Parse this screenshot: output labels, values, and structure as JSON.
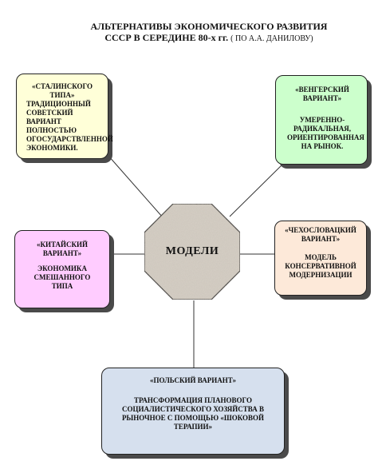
{
  "title": {
    "line1": "АЛЬТЕРНАТИВЫ ЭКОНОМИЧЕСКОГО РАЗВИТИЯ",
    "line2": "СССР В СЕРЕДИНЕ 80-х гг.",
    "source": "( ПО А.А. ДАНИЛОВУ)"
  },
  "center": {
    "label": "МОДЕЛИ",
    "fill": "#d7d0c6"
  },
  "nodes": [
    {
      "id": "stalin",
      "header": "«СТАЛИНСКОГО ТИПА»",
      "desc": "ТРАДИЦИОННЫЙ СОВЕТСКИЙ ВАРИАНТ ПОЛНОСТЬЮ ОГОСУДАРСТВЛЕННОЙ ЭКОНОМИКИ.",
      "fill": "#ffffd8"
    },
    {
      "id": "hungary",
      "header": "«ВЕНГЕРСКИЙ ВАРИАНТ»",
      "desc": "УМЕРЕННО-РАДИКАЛЬНАЯ, ОРИЕНТИРОВАННАЯ НА РЫНОК.",
      "fill": "#ccffcc"
    },
    {
      "id": "china",
      "header": "«КИТАЙСКИЙ ВАРИАНТ»",
      "desc": "ЭКОНОМИКА СМЕШАННОГО ТИПА",
      "fill": "#ffccff"
    },
    {
      "id": "czech",
      "header": "«ЧЕХОСЛОВАЦКИЙ ВАРИАНТ»",
      "desc": "МОДЕЛЬ КОНСЕРВАТИВНОЙ МОДЕРНИЗАЦИИ",
      "fill": "#fde9d9"
    },
    {
      "id": "poland",
      "header": "«ПОЛЬСКИЙ ВАРИАНТ»",
      "desc": "ТРАНСФОРМАЦИЯ ПЛАНОВОГО СОЦИАЛИСТИЧЕСКОГО ХОЗЯЙСТВА В РЫНОЧНОЕ С ПОМОЩЬЮ «ШОКОВОЙ ТЕРАПИИ»",
      "fill": "#d6e0ee"
    }
  ]
}
